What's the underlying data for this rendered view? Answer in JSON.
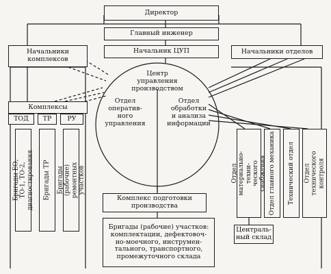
{
  "director": "Директор",
  "chief_engineer": "Главный инженер",
  "complex_heads": "Начальники\nкомплексов",
  "cup_head": "Начальник ЦУП",
  "dept_heads": "Начальники отделов",
  "center": "Центр\nуправления\nпроизводством",
  "ops_dept": "Отдел\nоператив-\nного\nуправления",
  "info_dept": "Отдел\nобработки\nи анализа\nинформации",
  "complexes": "Комплексы",
  "tod": "ТОД",
  "tr": "ТР",
  "ru": "РУ",
  "brig_eo": "Бригады ЕО, ТО-1, ТО-2,\nдиагностирования",
  "brig_tr": "Бригады ТР",
  "brig_rem": "Бригады (рабочие)\nремонтных участков",
  "prep_complex": "Комплекс подготовки\nпроизводства",
  "prep_brigades": "Бригады (рабочие) участков:\nкомплектации, дефектовоч-\nно-моечного, инструмен-\nтального, транспортного,\nпромежуточного склада",
  "dept_mts": "Отдел материально-техни-\nческого снабжения",
  "dept_mech": "Отдел главного механика",
  "dept_tech": "Технический отдел",
  "dept_control": "Отдел технического\nконтроля",
  "central_store": "Централь-\nный склад"
}
